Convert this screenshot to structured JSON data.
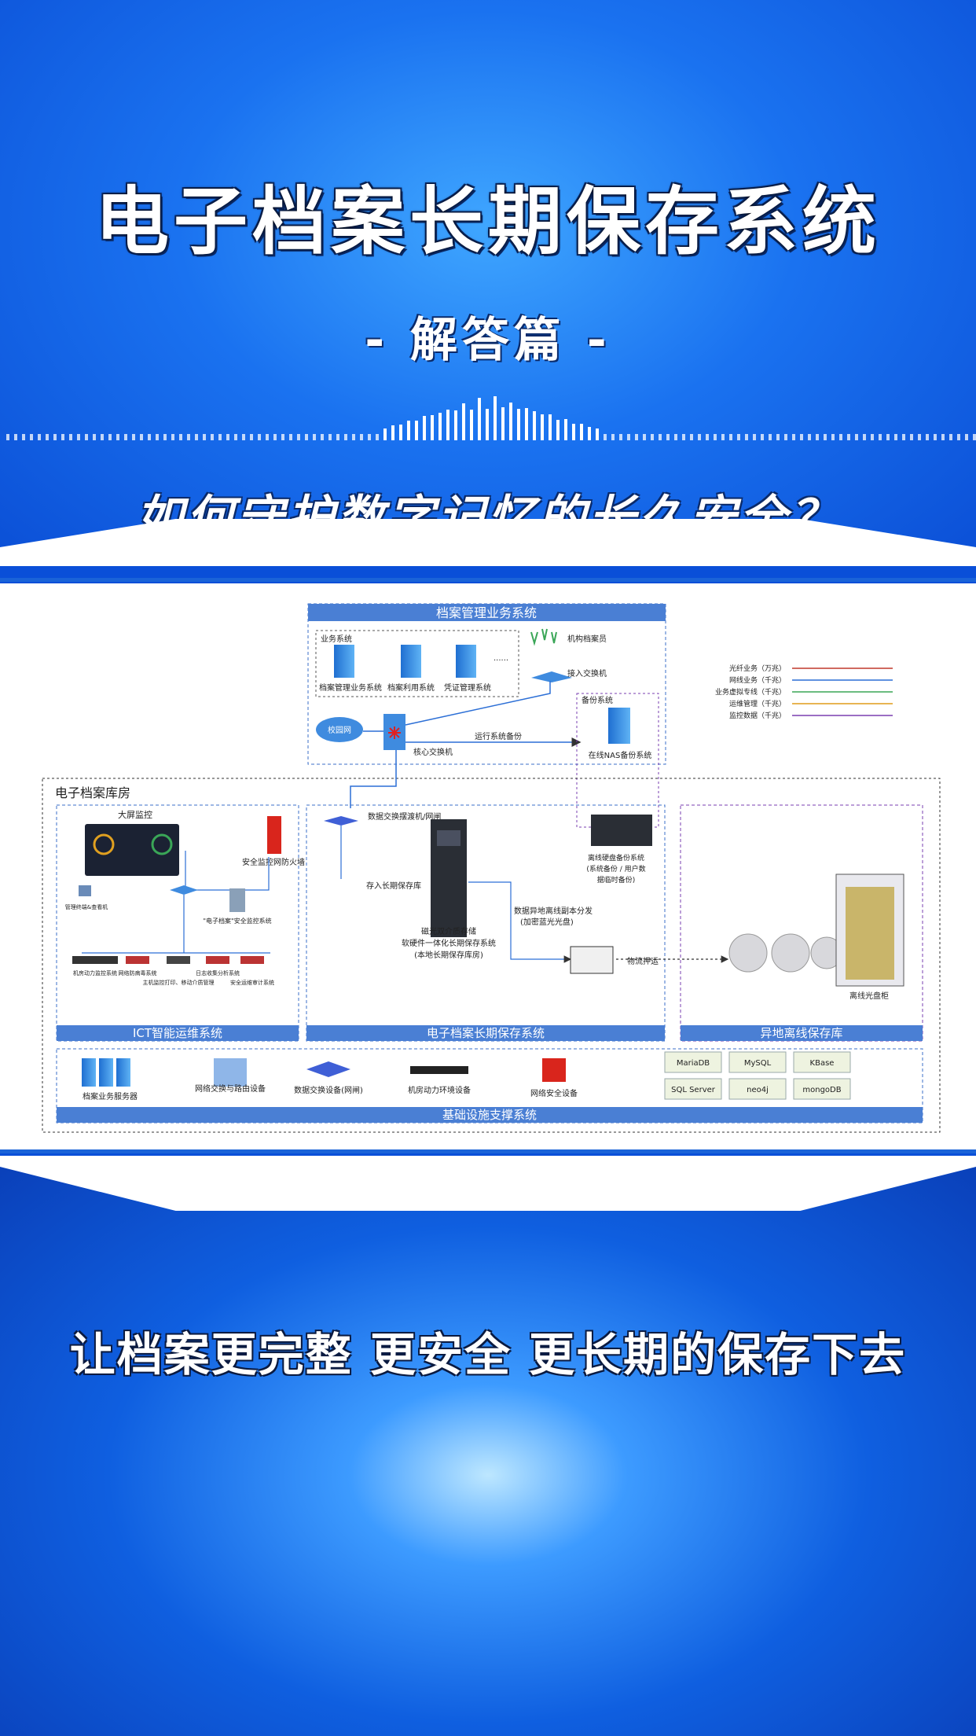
{
  "header": {
    "title": "电子档案长期保存系统",
    "subtitle": "- 解答篇 -",
    "question": "如何守护数字记忆的长久安全？"
  },
  "diagram": {
    "top_system": "档案管理业务系统",
    "business_group": "业务系统",
    "servers": [
      "档案管理业务系统",
      "档案利用系统",
      "凭证管理系统"
    ],
    "ellipsis": "......",
    "archivist": "机构档案员",
    "access_switch": "接入交换机",
    "campus_net": "校园网",
    "core_switch": "核心交换机",
    "ops_backup": "运行系统备份",
    "backup_group": "备份系统",
    "nas_backup": "在线NAS备份系统",
    "legend": [
      {
        "label": "光纤业务（万兆）",
        "color": "#c0392b"
      },
      {
        "label": "网线业务（千兆）",
        "color": "#2c6fd6"
      },
      {
        "label": "业务虚拟专线（千兆）",
        "color": "#3aa657"
      },
      {
        "label": "运维管理（千兆）",
        "color": "#e09b1a"
      },
      {
        "label": "监控数据（千兆）",
        "color": "#7a3fb0"
      }
    ],
    "room_title": "电子档案库房",
    "big_screen": "大屏监控",
    "firewall": "安全监控网防火墙",
    "mgmt_terminal": "管理终端&查看机",
    "security_platform": "\"电子档案\"安全监控系统",
    "monitor_devices": [
      "机房动力监控系统",
      "网络防病毒系统",
      "主机监控打印、移动介质管理",
      "日志收集分析系统",
      "安全运维审计系统"
    ],
    "data_gateway": "数据交换摆渡机/网闸",
    "store_in": "存入长期保存库",
    "storage_caption": [
      "磁光双介质存储",
      "软硬件一体化长期保存系统",
      "(本地长期保存库房)"
    ],
    "offline_backup": [
      "离线硬盘备份系统",
      "(系统备份 / 用户数",
      "据临时备份)"
    ],
    "distribute": [
      "数据异地离线副本分发",
      "(加密蓝光光盘)"
    ],
    "logistics": "物流押运",
    "disc_cabinet": "离线光盘柜",
    "section_ict": "ICT智能运维系统",
    "section_storage": "电子档案长期保存系统",
    "section_offsite": "异地离线保存库",
    "infra_items": [
      "档案业务服务器",
      "网络交换与路由设备",
      "数据交换设备(网闸)",
      "机房动力环境设备",
      "网络安全设备"
    ],
    "databases": [
      "MariaDB",
      "MySQL",
      "KBase",
      "SQL Server",
      "neo4j",
      "mongoDB"
    ],
    "infra_title": "基础设施支撑系统"
  },
  "footer": {
    "slogan": "让档案更完整 更安全 更长期的保存下去"
  }
}
